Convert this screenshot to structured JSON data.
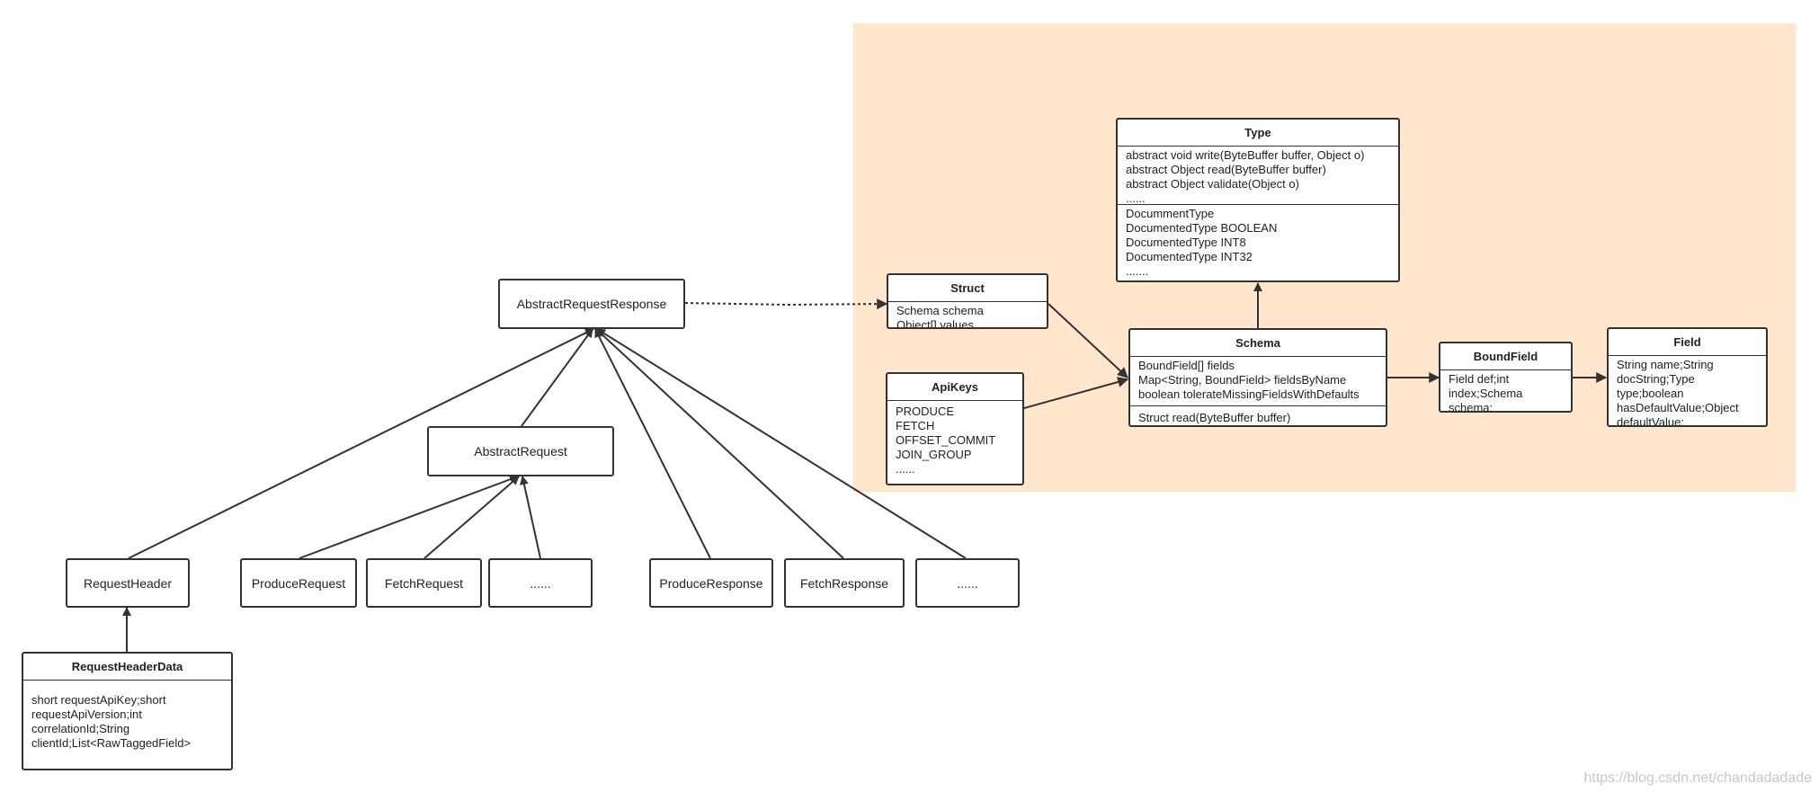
{
  "classes": {
    "abstract_request_response": "AbstractRequestResponse",
    "abstract_request": "AbstractRequest",
    "request_header": "RequestHeader",
    "produce_request": "ProduceRequest",
    "fetch_request": "FetchRequest",
    "request_more": "......",
    "produce_response": "ProduceResponse",
    "fetch_response": "FetchResponse",
    "response_more": "......",
    "request_header_data": {
      "title": "RequestHeaderData",
      "fields": [
        "short requestApiKey;short",
        "requestApiVersion;int",
        "correlationId;String",
        "clientId;List<RawTaggedField>"
      ]
    },
    "struct": {
      "title": "Struct",
      "fields": [
        "Schema schema",
        "Object[] values"
      ]
    },
    "api_keys": {
      "title": "ApiKeys",
      "fields": [
        "PRODUCE",
        "FETCH",
        "OFFSET_COMMIT",
        "JOIN_GROUP",
        "......"
      ]
    },
    "type": {
      "title": "Type",
      "methods": [
        "abstract void write(ByteBuffer buffer, Object o)",
        "abstract Object read(ByteBuffer buffer)",
        "abstract Object validate(Object o)",
        "......"
      ],
      "subtypes": [
        "DocummentType",
        "DocumentedType BOOLEAN",
        "DocumentedType INT8",
        "DocumentedType INT32",
        "......."
      ]
    },
    "schema": {
      "title": "Schema",
      "fields": [
        "BoundField[] fields",
        "Map<String, BoundField> fieldsByName",
        "boolean tolerateMissingFieldsWithDefaults"
      ],
      "methods": [
        "Struct read(ByteBuffer buffer)"
      ]
    },
    "bound_field": {
      "title": "BoundField",
      "fields": [
        "Field def;int",
        "index;Schema",
        "schema;"
      ]
    },
    "field": {
      "title": "Field",
      "fields": [
        "String name;String",
        "docString;Type",
        "type;boolean",
        "hasDefaultValue;Object",
        "defaultValue;"
      ]
    }
  },
  "watermark": "https://blog.csdn.net/chandadadade",
  "colors": {
    "region": "#ffe6cc",
    "stroke": "#333333"
  }
}
